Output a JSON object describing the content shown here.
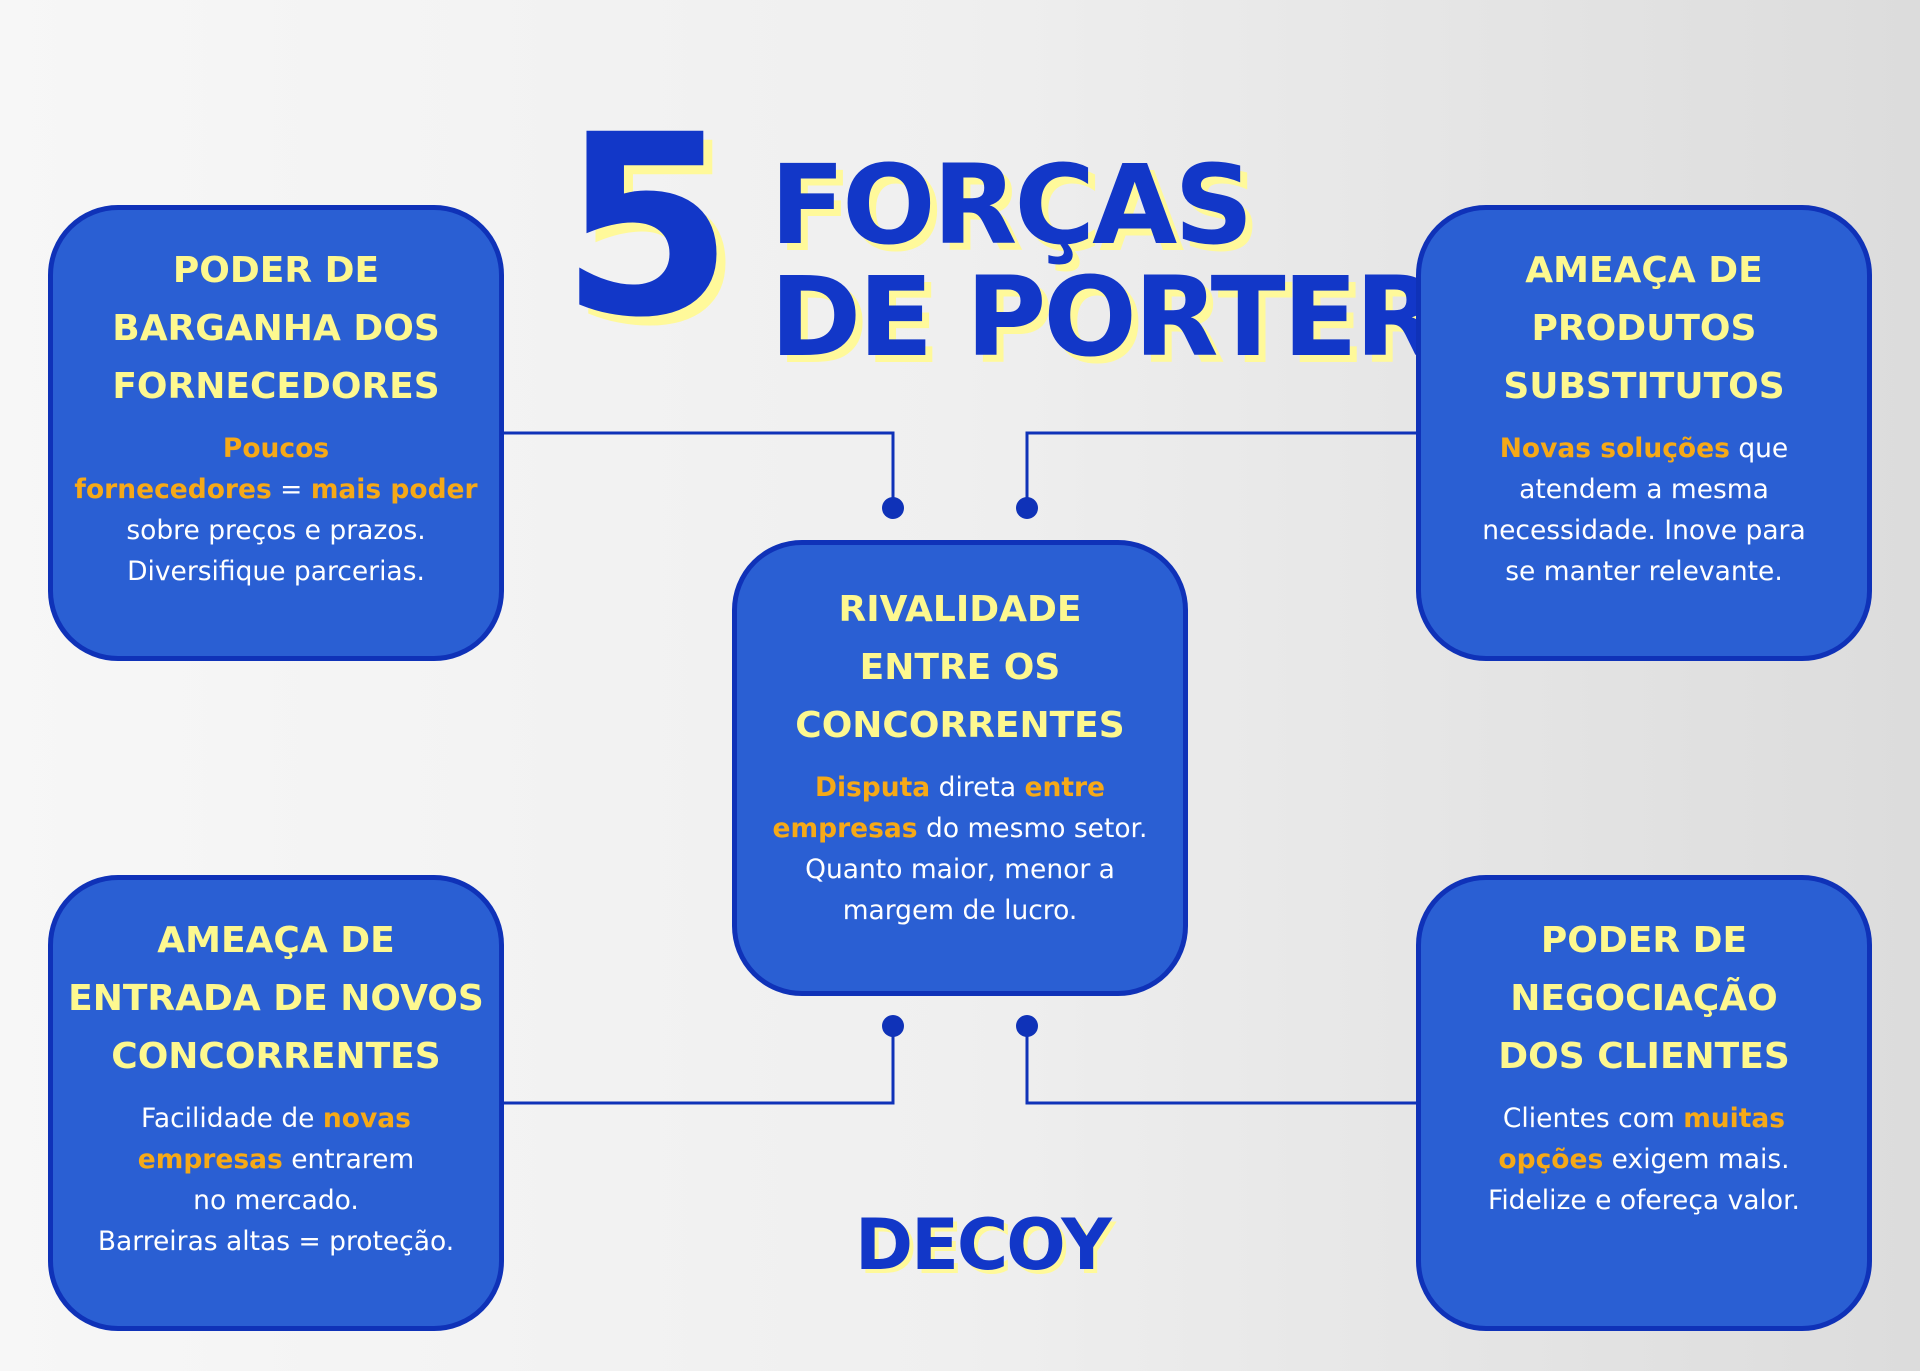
{
  "title": {
    "number": "5",
    "line1": "FORÇAS",
    "line2": "DE PORTER"
  },
  "colors": {
    "box_fill": "#2a5fd3",
    "box_border": "#0f32b8",
    "heading": "#fdf88f",
    "highlight": "#f6a917",
    "title": "#1237c8",
    "title_shadow": "#fff99a"
  },
  "forces": {
    "suppliers": {
      "heading": [
        "PODER DE",
        "BARGANHA DOS",
        "FORNECEDORES"
      ],
      "body": [
        [
          {
            "t": "Poucos",
            "h": true
          }
        ],
        [
          {
            "t": "fornecedores",
            "h": true
          },
          {
            "t": " = ",
            "h": false
          },
          {
            "t": "mais poder",
            "h": true
          }
        ],
        [
          {
            "t": "sobre preços e prazos.",
            "h": false
          }
        ],
        [
          {
            "t": "Diversifique parcerias.",
            "h": false
          }
        ]
      ]
    },
    "substitutes": {
      "heading": [
        "AMEAÇA DE",
        "PRODUTOS",
        "SUBSTITUTOS"
      ],
      "body": [
        [
          {
            "t": "Novas soluções",
            "h": true
          },
          {
            "t": " que",
            "h": false
          }
        ],
        [
          {
            "t": "atendem a mesma",
            "h": false
          }
        ],
        [
          {
            "t": "necessidade. Inove para",
            "h": false
          }
        ],
        [
          {
            "t": "se manter relevante.",
            "h": false
          }
        ]
      ]
    },
    "rivalry": {
      "heading": [
        "RIVALIDADE",
        "ENTRE OS",
        "CONCORRENTES"
      ],
      "body": [
        [
          {
            "t": "Disputa",
            "h": true
          },
          {
            "t": " direta ",
            "h": false
          },
          {
            "t": "entre",
            "h": true
          }
        ],
        [
          {
            "t": "empresas",
            "h": true
          },
          {
            "t": " do mesmo setor.",
            "h": false
          }
        ],
        [
          {
            "t": "Quanto maior, menor a",
            "h": false
          }
        ],
        [
          {
            "t": "margem de lucro.",
            "h": false
          }
        ]
      ]
    },
    "new_entrants": {
      "heading": [
        "AMEAÇA DE",
        "ENTRADA DE NOVOS",
        "CONCORRENTES"
      ],
      "body": [
        [
          {
            "t": "Facilidade de ",
            "h": false
          },
          {
            "t": "novas",
            "h": true
          }
        ],
        [
          {
            "t": "empresas",
            "h": true
          },
          {
            "t": " entrarem",
            "h": false
          }
        ],
        [
          {
            "t": "no mercado.",
            "h": false
          }
        ],
        [
          {
            "t": "Barreiras altas = proteção.",
            "h": false
          }
        ]
      ]
    },
    "customers": {
      "heading": [
        "PODER DE",
        "NEGOCIAÇÃO",
        "DOS CLIENTES"
      ],
      "body": [
        [
          {
            "t": "Clientes com ",
            "h": false
          },
          {
            "t": "muitas",
            "h": true
          }
        ],
        [
          {
            "t": "opções",
            "h": true
          },
          {
            "t": " exigem mais.",
            "h": false
          }
        ],
        [
          {
            "t": "Fidelize e ofereça valor.",
            "h": false
          }
        ]
      ]
    }
  },
  "logo": {
    "text": "DECOY",
    "icon": "target-icon"
  }
}
